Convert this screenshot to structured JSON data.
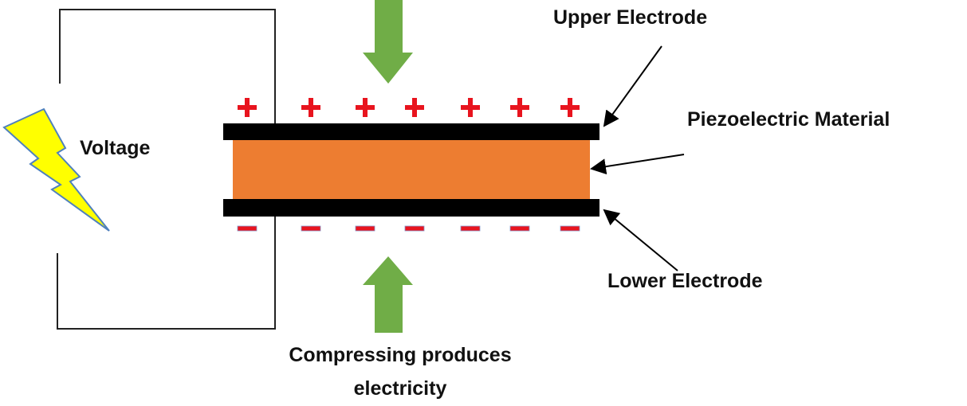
{
  "labels": {
    "voltage": "Voltage",
    "upper_electrode": "Upper Electrode",
    "piezo_material": "Piezoelectric Material",
    "lower_electrode": "Lower Electrode",
    "caption_line1": "Compressing produces",
    "caption_line2": "electricity"
  },
  "charges": {
    "top": "+",
    "bottom": "−",
    "count_per_side": 7
  },
  "colors": {
    "electrode": "#000000",
    "material": "#ED7D31",
    "arrow": "#70AD47",
    "charge": "#E8141E",
    "bolt_fill": "#FFFF00",
    "bolt_stroke": "#4F81BD"
  }
}
